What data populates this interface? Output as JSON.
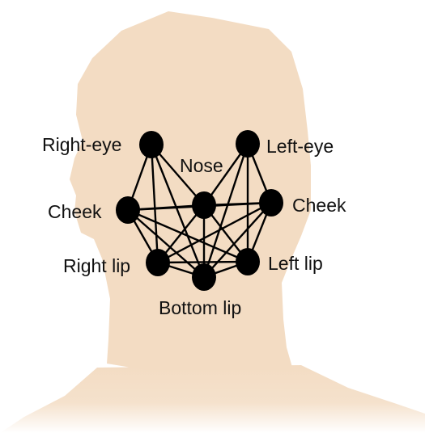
{
  "diagram": {
    "colors": {
      "head_fill": "#f3dcc3",
      "node_fill": "#000000",
      "edge_stroke": "#000000",
      "label_color": "#111111"
    },
    "nodes": [
      {
        "id": "right-eye",
        "label": "Right-eye"
      },
      {
        "id": "left-eye",
        "label": "Left-eye"
      },
      {
        "id": "nose",
        "label": "Nose"
      },
      {
        "id": "right-cheek",
        "label": "Cheek"
      },
      {
        "id": "left-cheek",
        "label": "Cheek"
      },
      {
        "id": "right-lip",
        "label": "Right lip"
      },
      {
        "id": "left-lip",
        "label": "Left lip"
      },
      {
        "id": "bottom-lip",
        "label": "Bottom lip"
      }
    ],
    "edges": [
      [
        "right-eye",
        "nose"
      ],
      [
        "right-eye",
        "right-cheek"
      ],
      [
        "right-eye",
        "right-lip"
      ],
      [
        "right-eye",
        "bottom-lip"
      ],
      [
        "left-eye",
        "nose"
      ],
      [
        "left-eye",
        "left-cheek"
      ],
      [
        "left-eye",
        "left-lip"
      ],
      [
        "left-eye",
        "bottom-lip"
      ],
      [
        "nose",
        "right-cheek"
      ],
      [
        "nose",
        "left-cheek"
      ],
      [
        "nose",
        "right-lip"
      ],
      [
        "nose",
        "left-lip"
      ],
      [
        "nose",
        "bottom-lip"
      ],
      [
        "right-cheek",
        "left-cheek"
      ],
      [
        "right-cheek",
        "right-lip"
      ],
      [
        "right-cheek",
        "bottom-lip"
      ],
      [
        "right-cheek",
        "left-lip"
      ],
      [
        "left-cheek",
        "left-lip"
      ],
      [
        "left-cheek",
        "bottom-lip"
      ],
      [
        "left-cheek",
        "right-lip"
      ],
      [
        "right-lip",
        "bottom-lip"
      ],
      [
        "right-lip",
        "left-lip"
      ],
      [
        "left-lip",
        "bottom-lip"
      ]
    ]
  }
}
